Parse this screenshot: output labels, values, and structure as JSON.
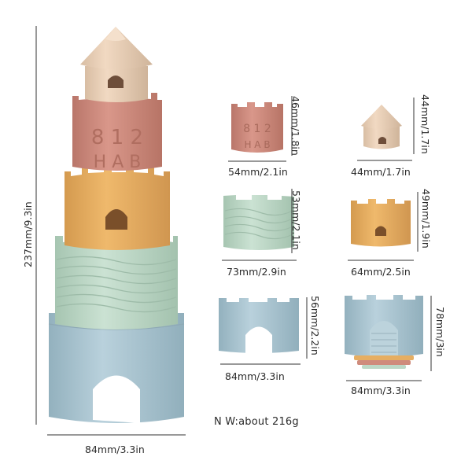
{
  "colors": {
    "tower_cap": "#ecd2b9",
    "red_cup": "#cf8b7c",
    "orange_cup": "#e6ae62",
    "green_cup": "#bdd8c6",
    "blue_cup": "#a9c4d0",
    "dimension_line": "#333333"
  },
  "tower": {
    "height_label": "237mm/9.3in",
    "width_label": "84mm/3.3in",
    "red_cup_top_text": "8 1 2",
    "red_cup_bottom_text": "H A B"
  },
  "pieces": {
    "red": {
      "width_label": "54mm/2.1in",
      "height_label": "46mm/1.8in",
      "top_text": "8 1 2",
      "bottom_text": "H A B"
    },
    "cap": {
      "width_label": "44mm/1.7in",
      "height_label": "44mm/1.7in"
    },
    "green": {
      "width_label": "73mm/2.9in",
      "height_label": "53mm/2.1in"
    },
    "orange": {
      "width_label": "64mm/2.5in",
      "height_label": "49mm/1.9in"
    },
    "blue_small": {
      "width_label": "84mm/3.3in",
      "height_label": "56mm/2.2in"
    },
    "blue_large": {
      "width_label": "84mm/3.3in",
      "height_label": "78mm/3in"
    }
  },
  "net_weight": "N W:about 216g"
}
